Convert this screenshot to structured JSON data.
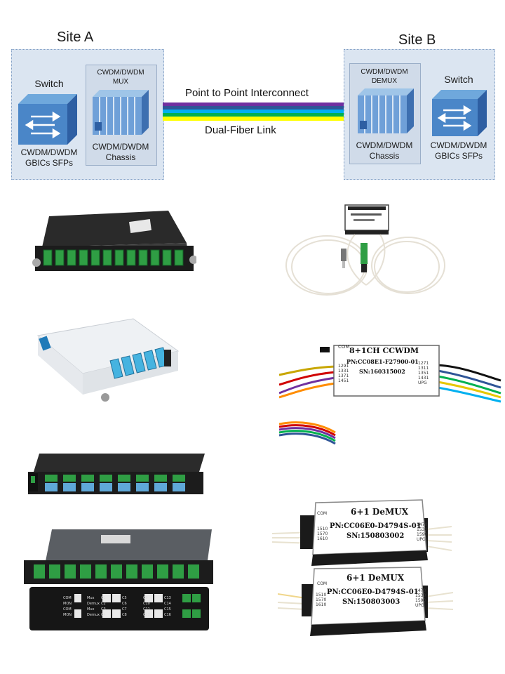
{
  "diagram": {
    "site_a": {
      "title": "Site A",
      "switch_label": "Switch",
      "switch_caption": "CWDM/DWDM\nGBICs SFPs",
      "mux_label": "CWDM/DWDM\nMUX",
      "chassis_caption": "CWDM/DWDM\nChassis"
    },
    "site_b": {
      "title": "Site B",
      "switch_label": "Switch",
      "switch_caption": "CWDM/DWDM\nGBICs SFPs",
      "demux_label": "CWDM/DWDM\nDEMUX",
      "chassis_caption": "CWDM/DWDM\nChassis"
    },
    "link_top_label": "Point to Point Interconnect",
    "link_bottom_label": "Dual-Fiber Link",
    "fiber_colors": [
      "#7030a0",
      "#2f5597",
      "#00b0f0",
      "#00b050",
      "#ffff00"
    ]
  },
  "products": {
    "ccwdm_module": {
      "model": "8+1CH CCWDM",
      "pn": "PN:CC08E1-F27900-01",
      "sn": "SN:160315002",
      "com": "COM",
      "left_ports": [
        "1291",
        "1331",
        "1371",
        "1451"
      ],
      "right_ports": [
        "1271",
        "1311",
        "1351",
        "1431",
        "UPG"
      ]
    },
    "demux_1": {
      "model": "6+1 DeMUX",
      "pn": "PN:CC06E0-D4794S-01",
      "sn": "SN:150803002",
      "com": "COM",
      "left_ports": [
        "1510",
        "1570",
        "1610"
      ],
      "right_ports": [
        "1470",
        "1530",
        "1590",
        "UPG"
      ]
    },
    "demux_2": {
      "model": "6+1 DeMUX",
      "pn": "PN:CC06E0-D4794S-01",
      "sn": "SN:150803003",
      "com": "COM",
      "left_ports": [
        "1510",
        "1570",
        "1610"
      ],
      "right_ports": [
        "1470",
        "1530",
        "1590",
        "UPG"
      ]
    },
    "panel_labels": {
      "row1": [
        "COM",
        "Mux",
        "C1",
        "C5",
        "C9",
        "C13"
      ],
      "row2": [
        "MON",
        "Demux",
        "C2",
        "C6",
        "C10",
        "C14"
      ],
      "row3": [
        "COM",
        "Mux",
        "C3",
        "C7",
        "C11",
        "C15"
      ],
      "row4": [
        "MON",
        "Demux",
        "C4",
        "C8",
        "C12",
        "C16"
      ]
    }
  }
}
